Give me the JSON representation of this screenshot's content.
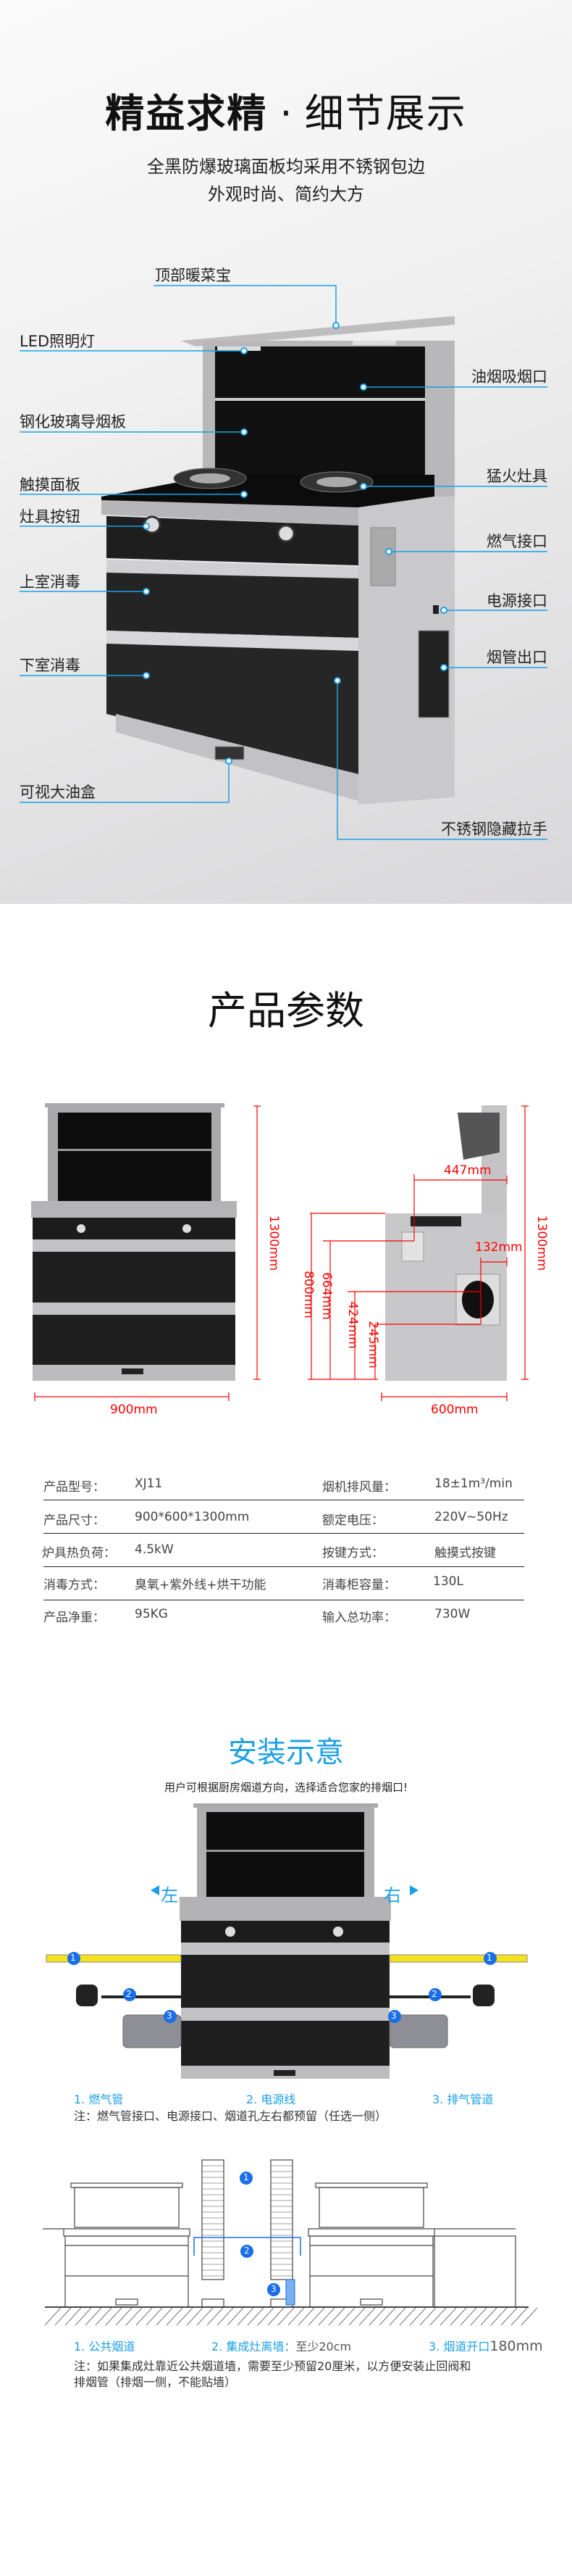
{
  "hero": {
    "title_bold": "精益求精",
    "title_sep": "·",
    "title_light": "细节展示",
    "subtitle_lines": [
      "全黑防爆玻璃面板均采用不锈钢包边",
      "外观时尚、简约大方"
    ],
    "callouts": {
      "top_warmer": "顶部暖菜宝",
      "led_light": "LED照明灯",
      "smoke_inlet": "油烟吸烟口",
      "glass_guide": "钢化玻璃导烟板",
      "burner": "猛火灶具",
      "touch_panel": "触摸面板",
      "knob": "灶具按钮",
      "gas_port": "燃气接口",
      "upper_steril": "上室消毒",
      "power_port": "电源接口",
      "flue_outlet": "烟管出口",
      "lower_steril": "下室消毒",
      "oil_box": "可视大油盒",
      "handle": "不锈钢隐藏拉手"
    }
  },
  "params": {
    "title": "产品参数",
    "dims": {
      "front_height": "1300mm",
      "front_width": "900mm",
      "side_height": "1300mm",
      "side_width": "600mm",
      "d447": "447mm",
      "d132": "132mm",
      "d800": "800mm",
      "d664": "664mm",
      "d424": "424mm",
      "d245": "245mm"
    },
    "table": [
      {
        "l1": "产品型号：",
        "v1": "XJ11",
        "l2": "烟机排风量：",
        "v2": "18±1m³/min"
      },
      {
        "l1": "产品尺寸：",
        "v1": "900*600*1300mm",
        "l2": "额定电压：",
        "v2": "220V~50Hz"
      },
      {
        "l1": "炉具热负荷：",
        "v1": "4.5kW",
        "l2": "按键方式：",
        "v2": "触摸式按键"
      },
      {
        "l1": "消毒方式：",
        "v1": "臭氧+紫外线+烘干功能",
        "l2": "消毒柜容量：",
        "v2": "130L"
      },
      {
        "l1": "产品净重：",
        "v1": "95KG",
        "l2": "输入总功率：",
        "v2": "730W"
      }
    ]
  },
  "install": {
    "title": "安装示意",
    "subtitle": "用户可根据厨房烟道方向，选择适合您家的排烟口!",
    "left": "左",
    "right": "右",
    "markers": [
      "1",
      "2",
      "3"
    ],
    "legend1": [
      "1. 燃气管",
      "2. 电源线",
      "3. 排气管道"
    ],
    "note1": "注：燃气管接口、电源接口、烟道孔左右都预留（任选一侧）",
    "legend2": [
      "1. 公共烟道",
      "2. 集成灶离墙：",
      "至少20cm",
      "3. 烟道开口",
      "180mm"
    ],
    "note2": [
      "注：如果集成灶靠近公共烟道墙，需要至少预留20厘米，以方便安装止回阀和",
      "排烟管（排烟一侧，不能贴墙）"
    ]
  },
  "colors": {
    "accent": "#1aa0e6",
    "dim": "#ff0000",
    "gas": "#f5e11e"
  }
}
